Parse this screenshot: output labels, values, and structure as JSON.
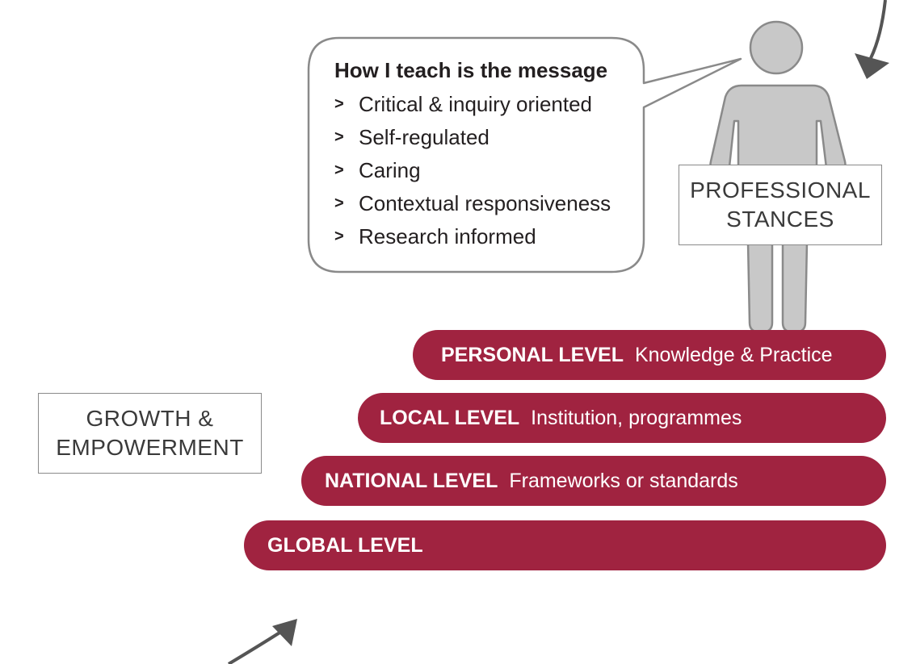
{
  "speech_bubble": {
    "title": "How I teach is the message",
    "bullet_marker": ">",
    "items": [
      "Critical & inquiry oriented",
      "Self-regulated",
      "Caring",
      "Contextual responsiveness",
      "Research informed"
    ]
  },
  "person_label": {
    "line1": "PROFESSIONAL",
    "line2": "STANCES"
  },
  "side_label": {
    "line1": "GROWTH &",
    "line2": "EMPOWERMENT"
  },
  "levels": [
    {
      "name": "PERSONAL LEVEL",
      "description": "Knowledge & Practice"
    },
    {
      "name": "LOCAL LEVEL",
      "description": "Institution, programmes"
    },
    {
      "name": "NATIONAL LEVEL",
      "description": "Frameworks or standards"
    },
    {
      "name": "GLOBAL LEVEL",
      "description": ""
    }
  ],
  "colors": {
    "level_bar": "#a02340",
    "person": "#c8c8c8",
    "person_outline": "#8a8a8a",
    "arrow": "#555555",
    "text": "#231f20"
  },
  "icons": {
    "person": "person-figure-icon",
    "arrows": "curved-arrow-icon"
  }
}
